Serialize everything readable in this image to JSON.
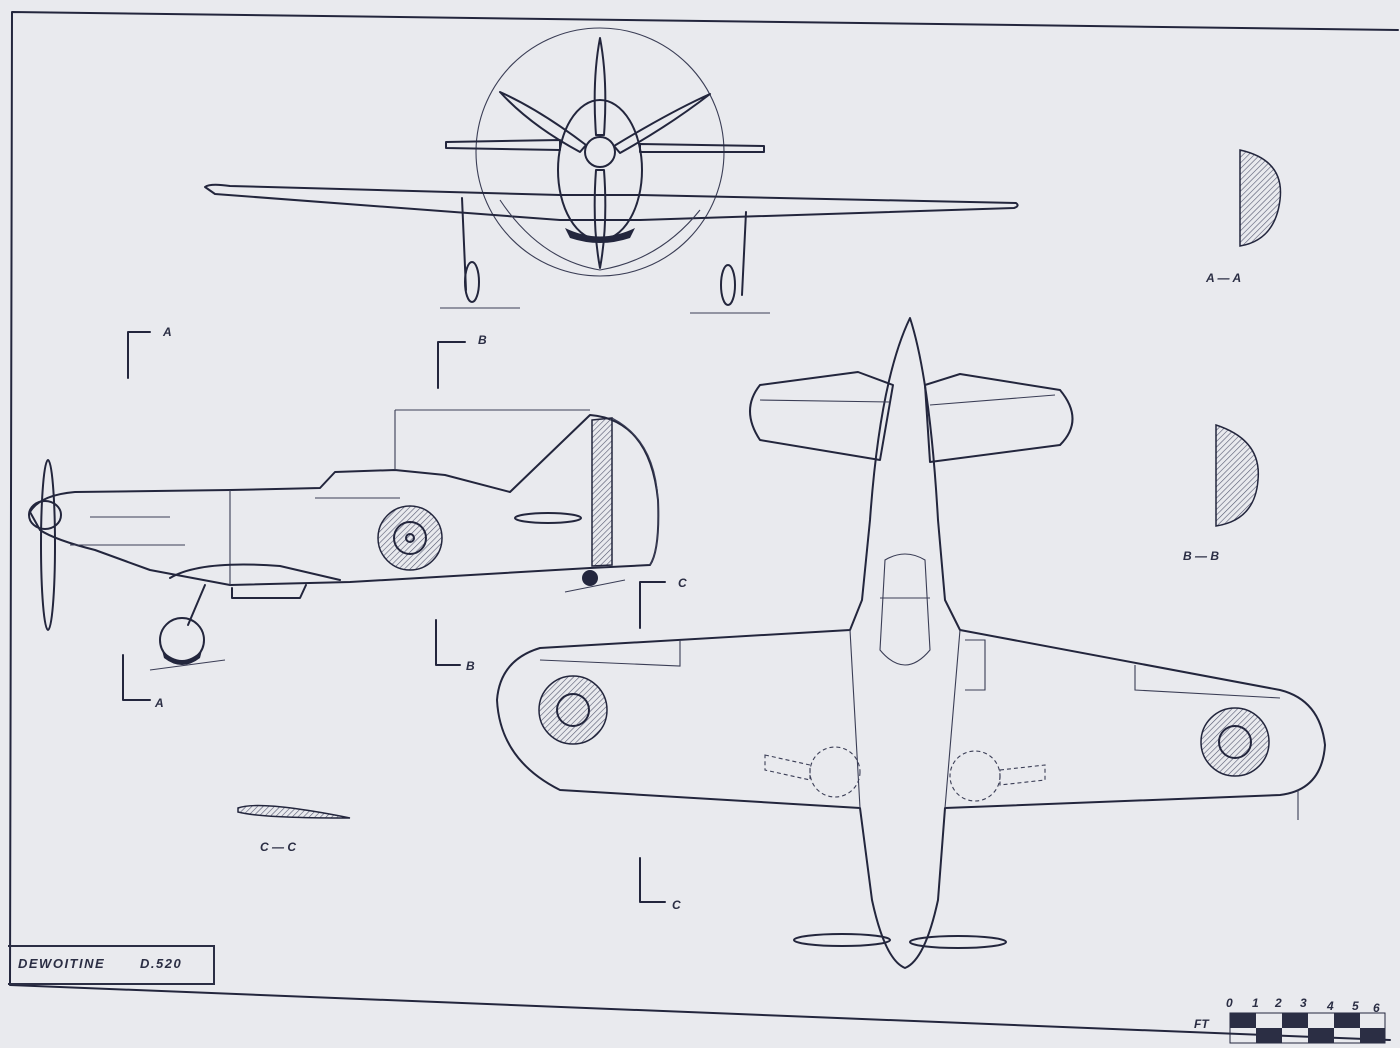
{
  "title_block": {
    "name": "DEWOITINE",
    "model": "D.520"
  },
  "sections": {
    "aa": "A — A",
    "bb": "B — B",
    "cc": "C — C"
  },
  "markers": {
    "a": "A",
    "b": "B",
    "c": "C"
  },
  "scale": {
    "unit": "FT",
    "ticks": [
      "0",
      "1",
      "2",
      "3",
      "4",
      "5",
      "6"
    ]
  },
  "colors": {
    "paper": "#e9eaee",
    "ink": "#23263d"
  }
}
